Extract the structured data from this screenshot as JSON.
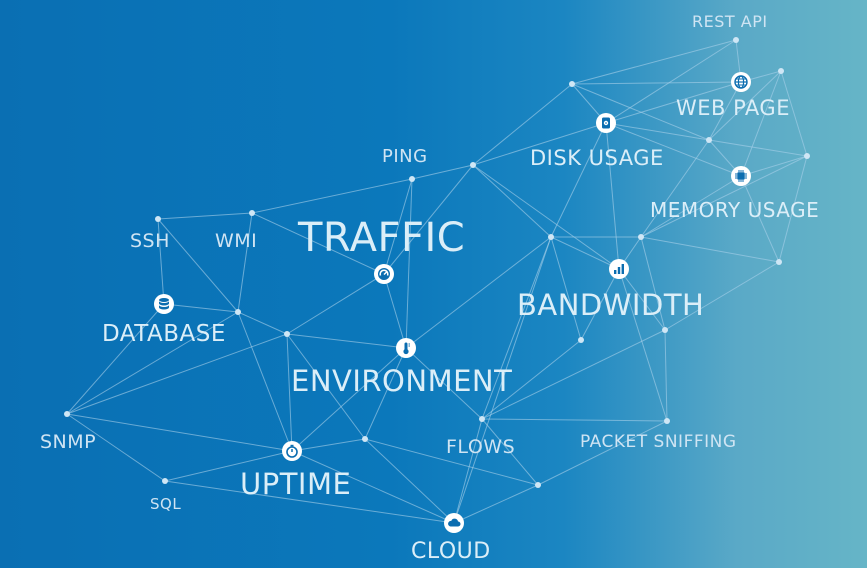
{
  "labels": {
    "rest_api": "REST API",
    "web_page": "WEB PAGE",
    "disk_usage": "DISK USAGE",
    "ping": "PING",
    "memory_usage": "MEMORY USAGE",
    "ssh": "SSH",
    "wmi": "WMI",
    "traffic": "TRAFFIC",
    "bandwidth": "BANDWIDTH",
    "database": "DATABASE",
    "environment": "ENVIRONMENT",
    "snmp": "SNMP",
    "flows": "FLOWS",
    "packet_sniffing": "PACKET SNIFFING",
    "uptime": "UPTIME",
    "sql": "SQL",
    "cloud": "CLOUD"
  },
  "icons": {
    "web_page": "globe-icon",
    "disk_usage": "disk-icon",
    "memory_usage": "chip-icon",
    "traffic": "gauge-icon",
    "bandwidth": "bar-chart-icon",
    "database": "database-icon",
    "environment": "thermometer-icon",
    "uptime": "stopwatch-icon",
    "cloud": "cloud-icon"
  },
  "colors": {
    "background_left": "#0a6fb3",
    "background_right": "#66b5c7",
    "line": "#a9d0ea",
    "text": "#cfe4f3",
    "icon_fill": "#0b6db0"
  }
}
